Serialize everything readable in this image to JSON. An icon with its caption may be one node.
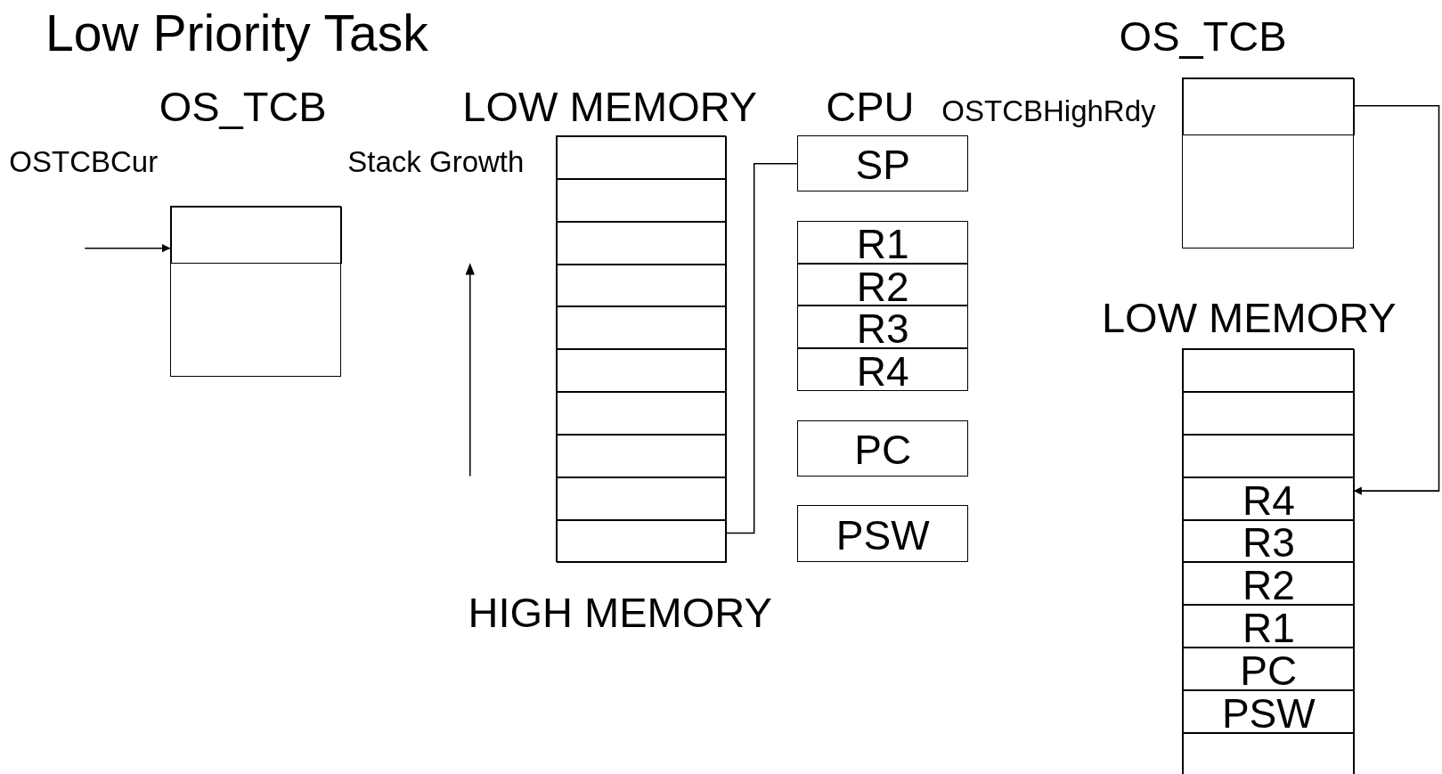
{
  "diagram": {
    "title": "Low Priority Task",
    "nodes": [
      {
        "text": [],
        "shape": "box"
      },
      {
        "text": [],
        "shape": "box",
        "in": 0
      },
      {
        "text": [],
        "shape": "box"
      },
      {
        "text": [],
        "shape": "box",
        "in": 2
      },
      {
        "text": [],
        "shape": "box",
        "in": 2
      },
      {
        "text": [],
        "shape": "box",
        "in": 2
      },
      {
        "text": [],
        "shape": "box",
        "in": 2
      },
      {
        "text": [],
        "shape": "box",
        "in": 2
      },
      {
        "text": [],
        "shape": "box",
        "in": 2
      },
      {
        "text": [],
        "shape": "box",
        "in": 2
      },
      {
        "text": [],
        "shape": "box",
        "in": 2
      },
      {
        "text": [],
        "shape": "box",
        "in": 2
      },
      {
        "text": [],
        "shape": "box",
        "in": 2
      },
      {
        "text": [
          "SP"
        ]
      },
      {
        "text": [
          "R1"
        ]
      },
      {
        "text": [
          "R2"
        ]
      },
      {
        "text": [
          "R3"
        ]
      },
      {
        "text": [
          "R4"
        ]
      },
      {
        "text": [
          "PC"
        ]
      },
      {
        "text": [
          "PSW"
        ]
      },
      {
        "text": [],
        "shape": "box"
      },
      {
        "text": [],
        "shape": "box",
        "in": 20
      },
      {
        "text": [],
        "shape": "box"
      },
      {
        "text": [],
        "shape": "box",
        "in": 22
      },
      {
        "text": [],
        "shape": "box",
        "in": 22
      },
      {
        "text": [],
        "shape": "box",
        "in": 22
      },
      {
        "text": [
          "R4"
        ],
        "in": 22
      },
      {
        "text": [
          "R3"
        ],
        "in": 22
      },
      {
        "text": [
          "R2"
        ],
        "in": 22
      },
      {
        "text": [
          "R1"
        ],
        "in": 22
      },
      {
        "text": [
          "PC"
        ],
        "in": 22
      },
      {
        "text": [
          "PSW"
        ],
        "in": 22
      },
      {
        "text": [],
        "shape": "box",
        "in": 22
      }
    ],
    "edges": [
      {
        "from": null,
        "to": 1,
        "arrow": "to"
      },
      {
        "from": 12,
        "to": 13,
        "arrow": "none"
      },
      {
        "from": 21,
        "to": 26,
        "arrow": "to"
      }
    ],
    "labels": [
      "OS_TCB",
      "LOW MEMORY",
      "CPU",
      "OSTCBCur",
      "Stack Growth",
      "OSTCBHighRdy",
      "OS_TCB",
      "LOW MEMORY",
      "HIGH MEMORY"
    ]
  }
}
